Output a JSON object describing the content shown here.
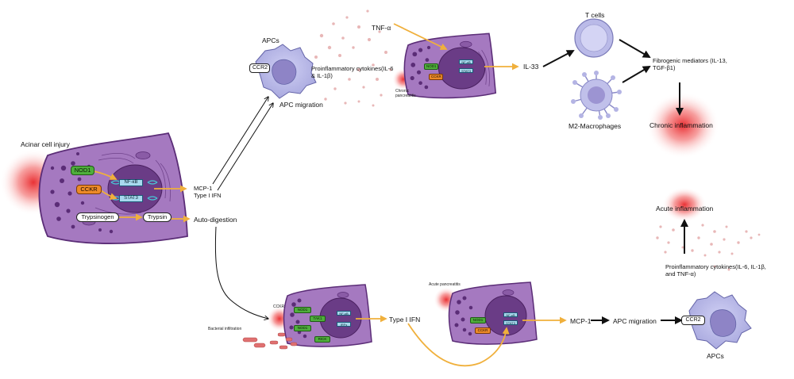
{
  "labels": {
    "acinar_injury": "Acinar cell injury",
    "apcs_top": "APCs",
    "ccr2_top": "CCR2",
    "proinflam_top": "Proinflammatory cytokines(IL-6 & IL-1β)",
    "apc_migration_top": "APC migration",
    "tnf_alpha": "TNF-α",
    "chronic_pancreatitis": "Chronic pancreatitis",
    "il33": "IL-33",
    "t_cells": "T cells",
    "m2_macrophages": "M2-Macrophages",
    "fibrogenic": "Fibrogenic mediators (IL-13, TGF-β1)",
    "chronic_inflammation": "Chronic inflammation",
    "mcp1_type1": "MCP-1 Type I IFN",
    "auto_digestion": "Auto-digestion",
    "acute_inflammation": "Acute inflammation",
    "proinflam_bottom": "Proinflammatory cytokines(IL-6, IL-1β, and TNF-α)",
    "bacterial_infiltration": "Bacterial infiltration",
    "type1_ifn_bottom": "Type I IFN",
    "acute_pancreatitis": "Acute pancreatitis",
    "mcp1_bottom": "MCP-1",
    "apc_migration_bottom": "APC migration",
    "ccr2_bottom": "CCR2",
    "apcs_bottom": "APCs"
  },
  "main_cell": {
    "nod1": "NOD1",
    "cckr": "CCKR",
    "nfkb": "NF-κB",
    "stat3": "STAT3",
    "trypsinogen": "Trypsinogen",
    "trypsin": "Trypsin"
  },
  "chronic_cell": {
    "nod1": "NOD1",
    "cckr": "CCKR",
    "nfkb": "NF-κB",
    "stat3": "STAT3"
  },
  "bact_cell": {
    "cckr": "CCKR",
    "nod1_a": "NOD1",
    "tak1": "TAK1",
    "nod1_b": "NOD1",
    "rick": "RICK",
    "nfkb": "NF-κB",
    "irf": "IRFs"
  },
  "acute_cell": {
    "nod1": "NOD1",
    "cckr": "CCKR",
    "nfkb": "NF-κB",
    "stat3": "STAT3"
  },
  "colors": {
    "cell_fill": "#a579c0",
    "cell_stroke": "#5b2d77",
    "nucleus": "#6a3c86",
    "arrow_orange": "#f0b03c",
    "inflammation_red": "#e8262a",
    "apc_fill": "#b8b8e8"
  }
}
